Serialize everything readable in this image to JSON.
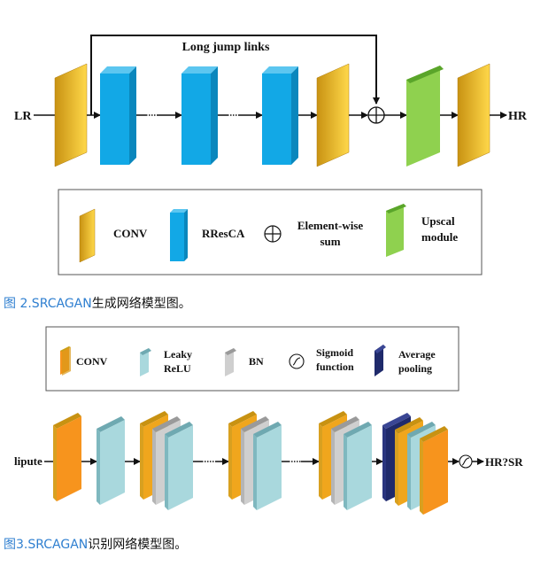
{
  "figure1": {
    "input_label": "LR",
    "output_label": "HR",
    "link_label": "Long jump links",
    "legend": {
      "conv": "CONV",
      "rresca": "RResCA",
      "sum_line1": "Element-wise",
      "sum_line2": "sum",
      "upscale_line1": "Upscal",
      "upscale_line2": "module"
    },
    "caption_fig": "图 2.SRCAGAN",
    "caption_text": "生成网络模型图。"
  },
  "figure2": {
    "legend": {
      "conv": "CONV",
      "leaky_line1": "Leaky",
      "leaky_line2": "ReLU",
      "bn": "BN",
      "sigmoid_line1": "Sigmoid",
      "sigmoid_line2": "function",
      "avgpool_line1": "Average",
      "avgpool_line2": "pooling"
    },
    "input_label": "lipute",
    "output_label": "HR?SR",
    "caption_fig": "图3.SRCAGAN",
    "caption_text": "识别网络模型图。"
  },
  "colors": {
    "conv": "#e8b322",
    "rresca": "#12a8e6",
    "upscale": "#8fd14f",
    "conv2": "#f7941d",
    "leaky": "#a9d8dd",
    "bn": "#cfcfcf",
    "avgpool": "#1f2a6b",
    "caption_link": "#2f7fd0"
  }
}
